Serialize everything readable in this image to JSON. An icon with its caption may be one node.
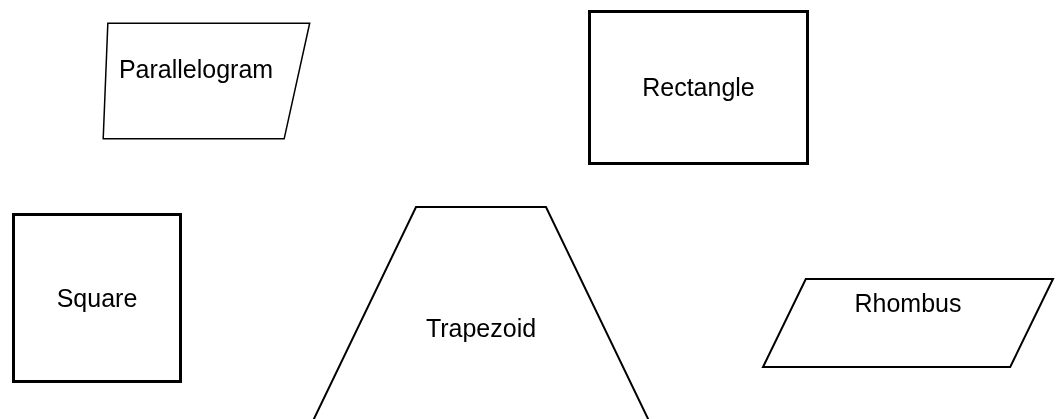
{
  "diagram": {
    "nodes": [
      {
        "text": [
          "Parallelogram"
        ]
      },
      {
        "text": [
          "Rectangle"
        ]
      },
      {
        "text": [
          "Square"
        ]
      },
      {
        "text": [
          "Trapezoid"
        ]
      },
      {
        "text": [
          "Rhombus"
        ]
      }
    ]
  }
}
